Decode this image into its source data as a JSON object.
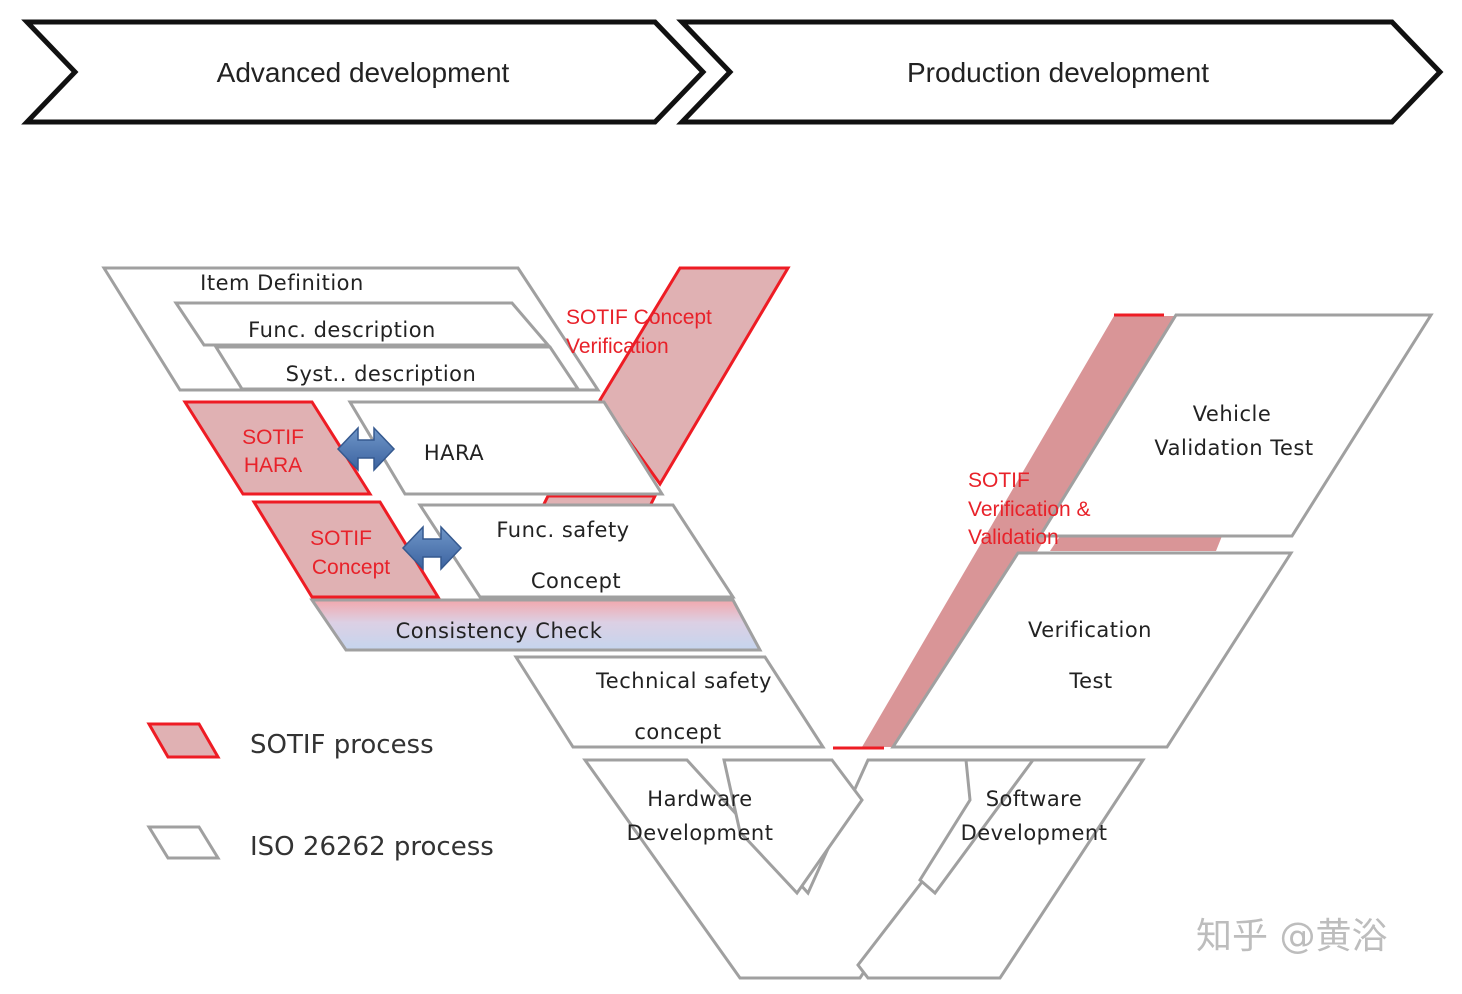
{
  "phases": {
    "advanced": "Advanced development",
    "production": "Production development"
  },
  "left_branch": {
    "item_definition": "Item Definition",
    "func_description": "Func. description",
    "syst_description": "Syst.. description",
    "hara": "HARA",
    "sotif_hara": [
      "SOTIF",
      "HARA"
    ],
    "func_safety_concept": [
      "Func. safety",
      "Concept"
    ],
    "sotif_concept": [
      "SOTIF",
      "Concept"
    ],
    "consistency_check": "Consistency Check",
    "technical_safety_concept": [
      "Technical safety",
      "concept"
    ],
    "sotif_concept_verification": [
      "SOTIF Concept",
      "Verification"
    ]
  },
  "bottom": {
    "hardware_development": [
      "Hardware",
      "Development"
    ],
    "software_development": [
      "Software",
      "Development"
    ]
  },
  "right_branch": {
    "vehicle_validation_test": [
      "Vehicle",
      "Validation Test"
    ],
    "verification_test": [
      "Verification",
      "Test"
    ],
    "sotif_vv": [
      "SOTIF",
      "Verification &",
      "Validation"
    ]
  },
  "legend": {
    "sotif_process": "SOTIF process",
    "iso_process": "ISO 26262 process"
  },
  "colors": {
    "sotif_stroke": "#ee1c24",
    "sotif_fill": "#e0b1b3",
    "iso_stroke": "#a0a0a0",
    "arrow_blue": "#4a74aa"
  },
  "watermark": "知乎 @黄浴"
}
